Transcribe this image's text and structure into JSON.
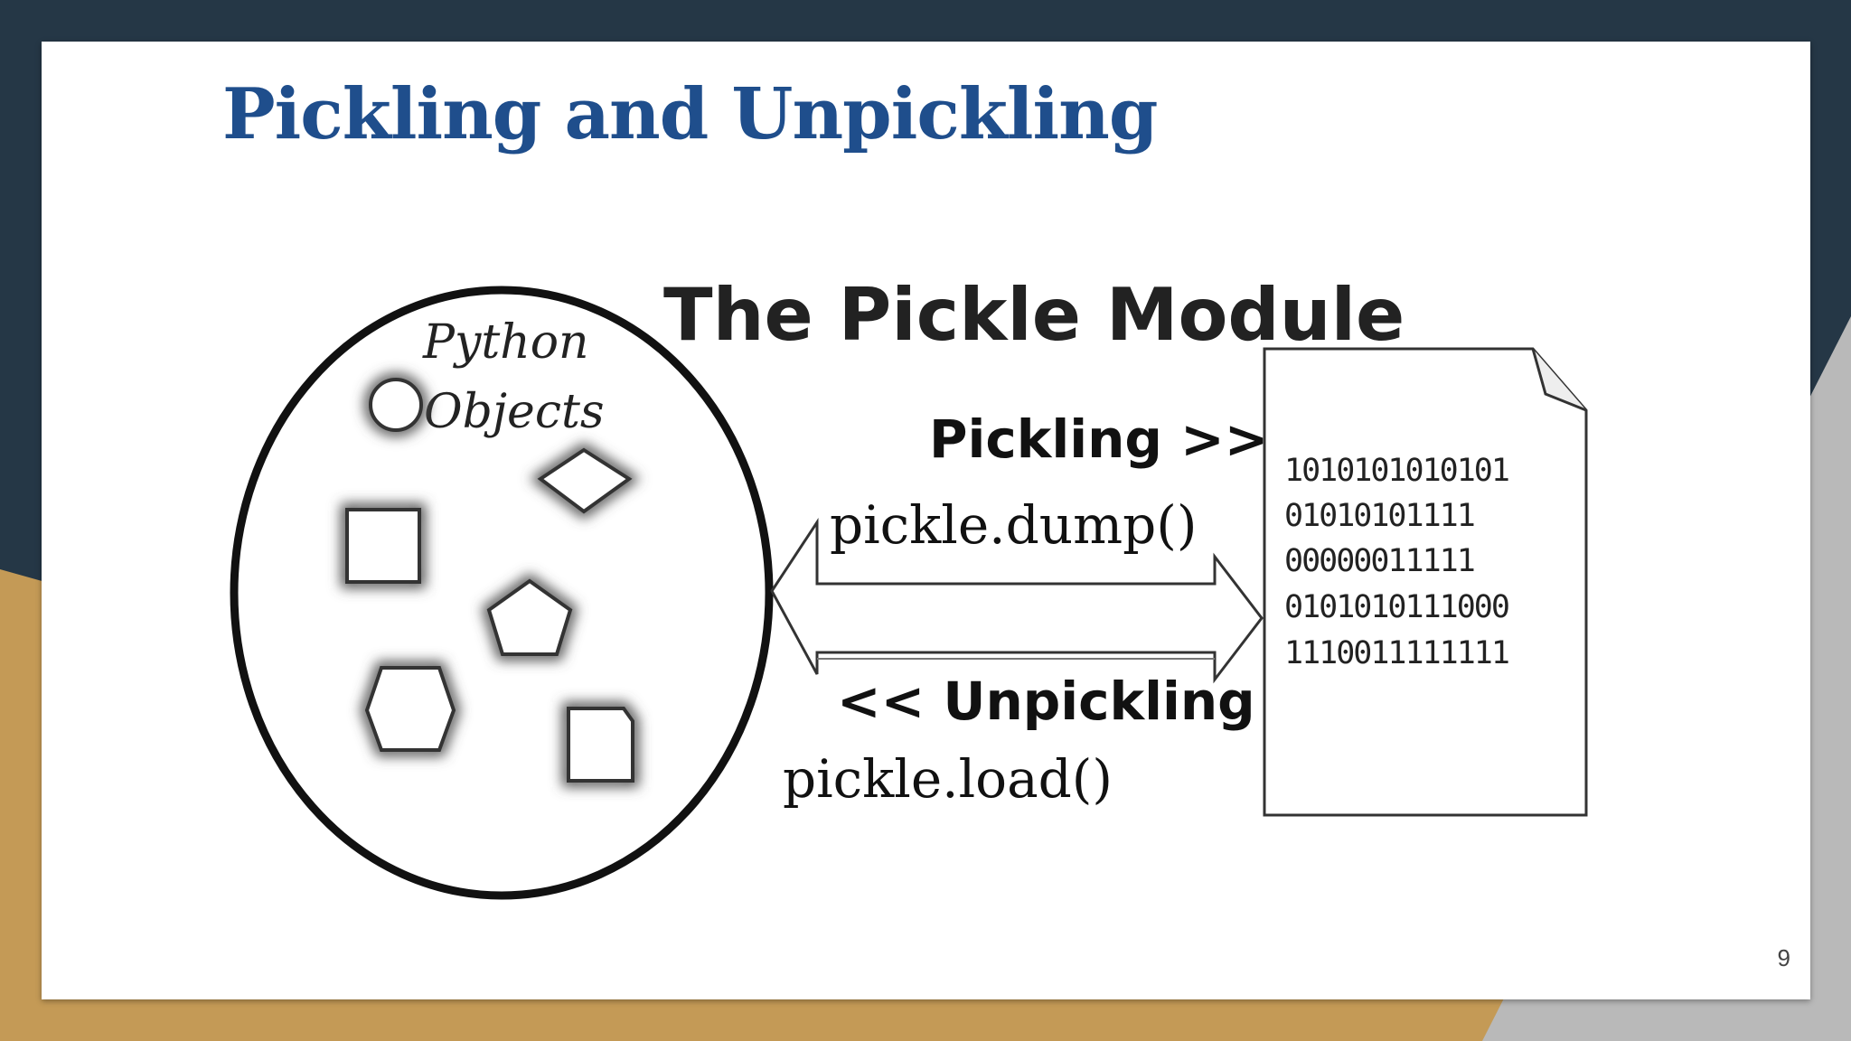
{
  "slide": {
    "title": "Pickling and Unpickling",
    "page_number": "9"
  },
  "diagram": {
    "heading": "The Pickle Module",
    "objects_label_line1": "Python",
    "objects_label_line2": "Objects",
    "pickling_label": "Pickling >>",
    "dump_call": "pickle.dump()",
    "unpickling_label": "<< Unpickling",
    "load_call": "pickle.load()",
    "binary_lines": [
      "1010101010101",
      "01010101111",
      "00000011111",
      "0101010111000",
      "1110011111111"
    ]
  },
  "colors": {
    "title": "#1f4e8c",
    "navy_background": "#253746",
    "gold_accent": "#c49a56",
    "grey_accent": "#b9b9b9"
  }
}
